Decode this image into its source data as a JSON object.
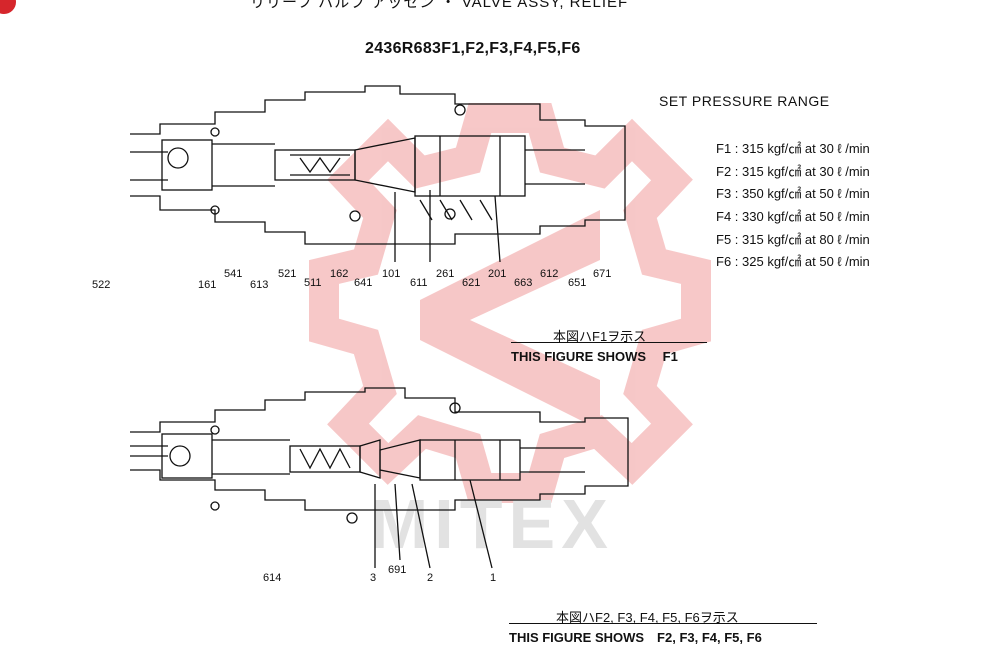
{
  "header": {
    "title_jp_en": "リリーフ バルブ アッセン ・ VALVE ASSY, RELIEF",
    "part_number": "2436R683F1,F2,F3,F4,F5,F6"
  },
  "pressure_table": {
    "heading": "SET PRESSURE RANGE",
    "rows": [
      {
        "code": "F1",
        "value": "315 kgf/㎠ at 30 ℓ /min"
      },
      {
        "code": "F2",
        "value": "315 kgf/㎠ at 30 ℓ /min"
      },
      {
        "code": "F3",
        "value": "350 kgf/㎠ at 50 ℓ /min"
      },
      {
        "code": "F4",
        "value": "330 kgf/㎠ at 50 ℓ /min"
      },
      {
        "code": "F5",
        "value": "315 kgf/㎠ at 80 ℓ /min"
      },
      {
        "code": "F6",
        "value": "325 kgf/㎠ at 50 ℓ /min"
      }
    ]
  },
  "callouts_top": [
    "522",
    "161",
    "541",
    "613",
    "521",
    "511",
    "162",
    "641",
    "101",
    "611",
    "261",
    "621",
    "201",
    "663",
    "612",
    "651",
    "671"
  ],
  "callouts_bottom": [
    "614",
    "3",
    "691",
    "2",
    "1"
  ],
  "caption_f1": {
    "jp": "本図ハF1ヲ示ス",
    "en": "THIS FIGURE SHOWS　 F1"
  },
  "caption_f2f6": {
    "jp": "本図ハF2, F3, F4, F5, F6ヲ示ス",
    "en": "THIS FIGURE SHOWS　F2, F3, F4, F5, F6"
  },
  "watermark": {
    "text": "MITEX",
    "color": "#e23a3a"
  }
}
